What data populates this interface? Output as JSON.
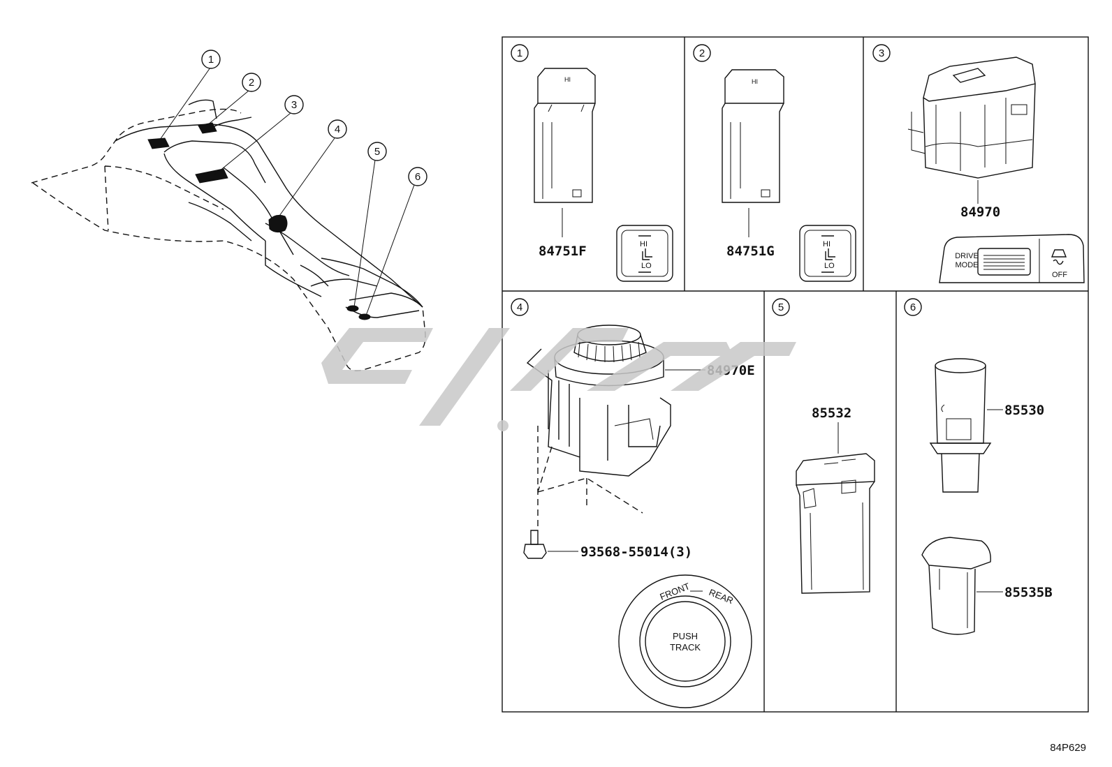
{
  "panels": [
    {
      "callout": "1",
      "part_number": "84751F"
    },
    {
      "callout": "2",
      "part_number": "84751G"
    },
    {
      "callout": "3",
      "part_number": "84970"
    },
    {
      "callout": "4",
      "part_number": "84970E",
      "bolt_number": "93568-55014(3)"
    },
    {
      "callout": "5",
      "part_number": "85532"
    },
    {
      "callout": "6",
      "part_numbers": [
        "85530",
        "85535B"
      ]
    }
  ],
  "overview_callouts": [
    "1",
    "2",
    "3",
    "4",
    "5",
    "6"
  ],
  "switch_labels": {
    "seat_heater_hi": "HI",
    "seat_heater_lo": "LO",
    "drive_mode_line1": "DRIVE",
    "drive_mode_line2": "MODE",
    "trac_off": "OFF",
    "knob_front": "FRONT",
    "knob_rear": "REAR",
    "knob_center_line1": "PUSH",
    "knob_center_line2": "TRACK"
  },
  "drawing_code": "84P629"
}
